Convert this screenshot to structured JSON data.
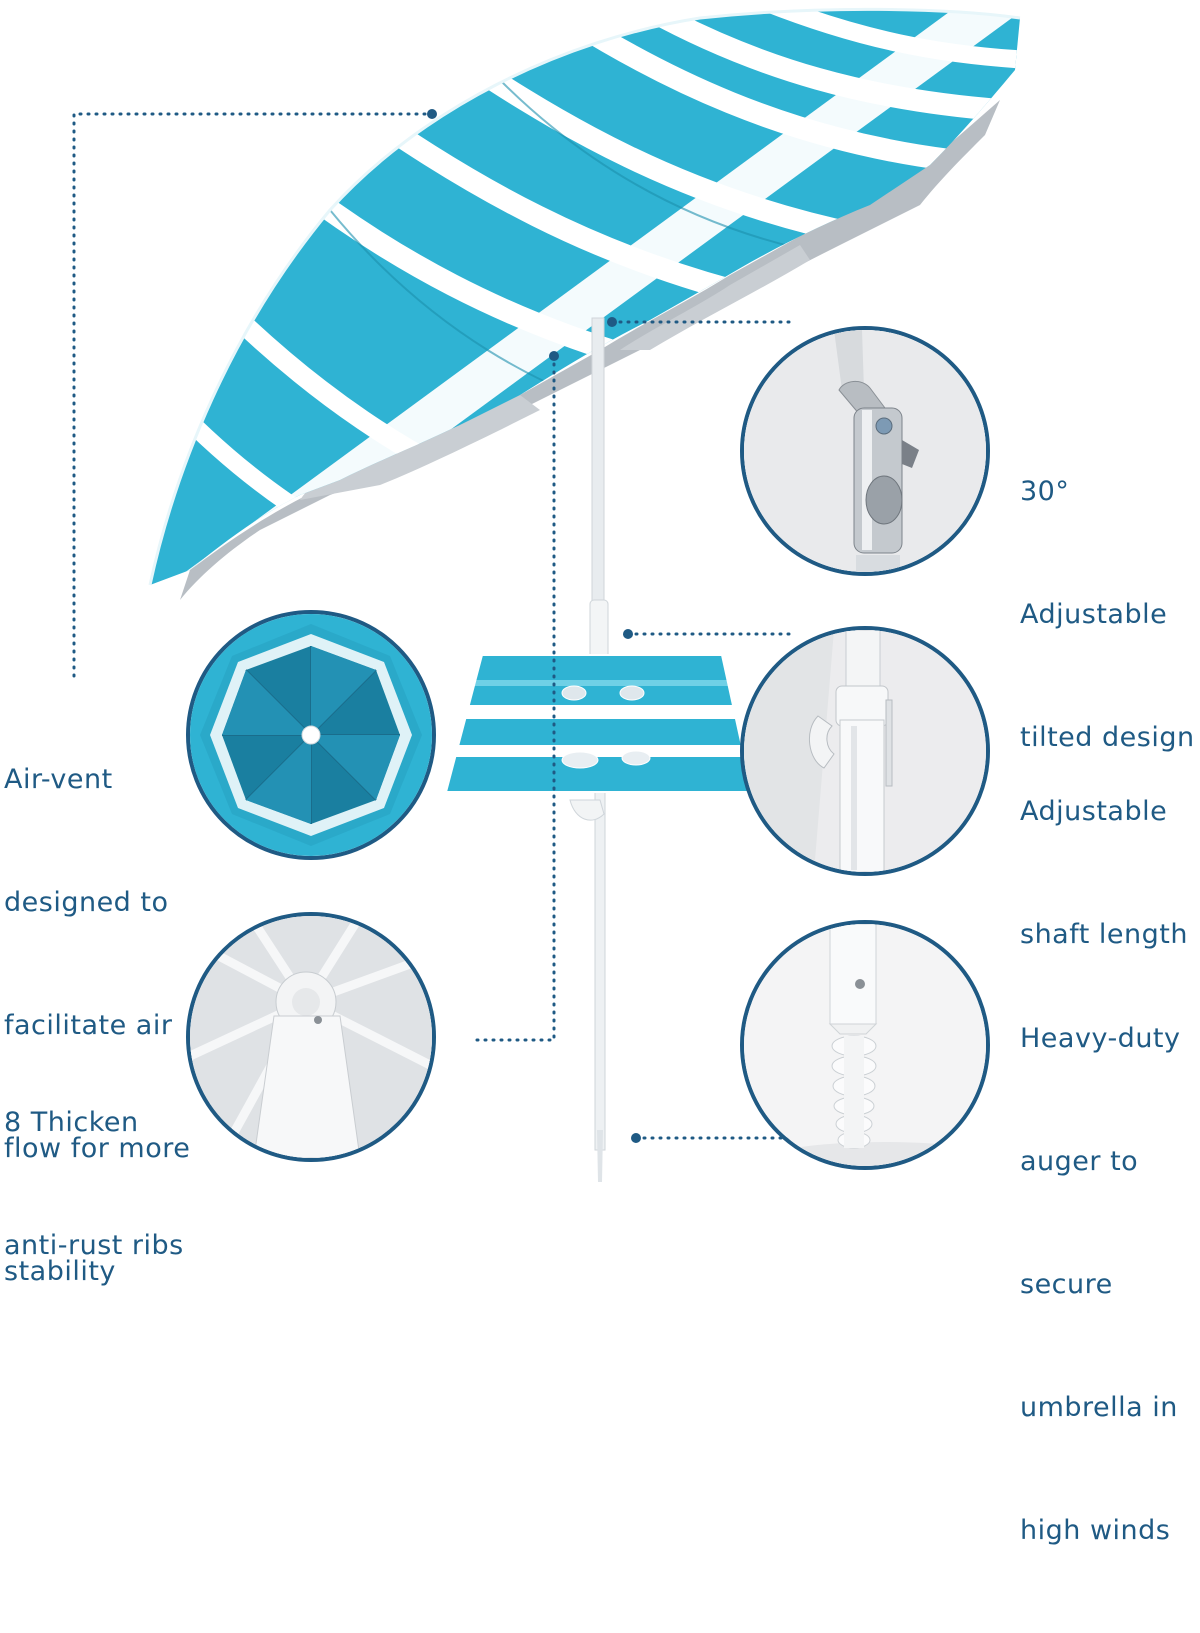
{
  "features": {
    "tilt": {
      "lines": [
        "30°",
        "Adjustable",
        "tilted design"
      ]
    },
    "shaft": {
      "lines": [
        "Adjustable",
        "shaft length"
      ]
    },
    "auger": {
      "lines": [
        "Heavy-duty",
        "auger to",
        "secure",
        "umbrella in",
        "high winds"
      ]
    },
    "vent": {
      "lines": [
        "Air-vent",
        "designed to",
        "facilitate air",
        "flow for more",
        "stability"
      ]
    },
    "ribs": {
      "lines": [
        "8 Thicken",
        "anti-rust ribs"
      ]
    }
  },
  "colors": {
    "callout": "#1f5a84",
    "canopy_teal": "#2fb3d3",
    "canopy_stripe": "#ffffff",
    "canopy_underside": "#b8bec4",
    "pole": "#e8ecef"
  }
}
